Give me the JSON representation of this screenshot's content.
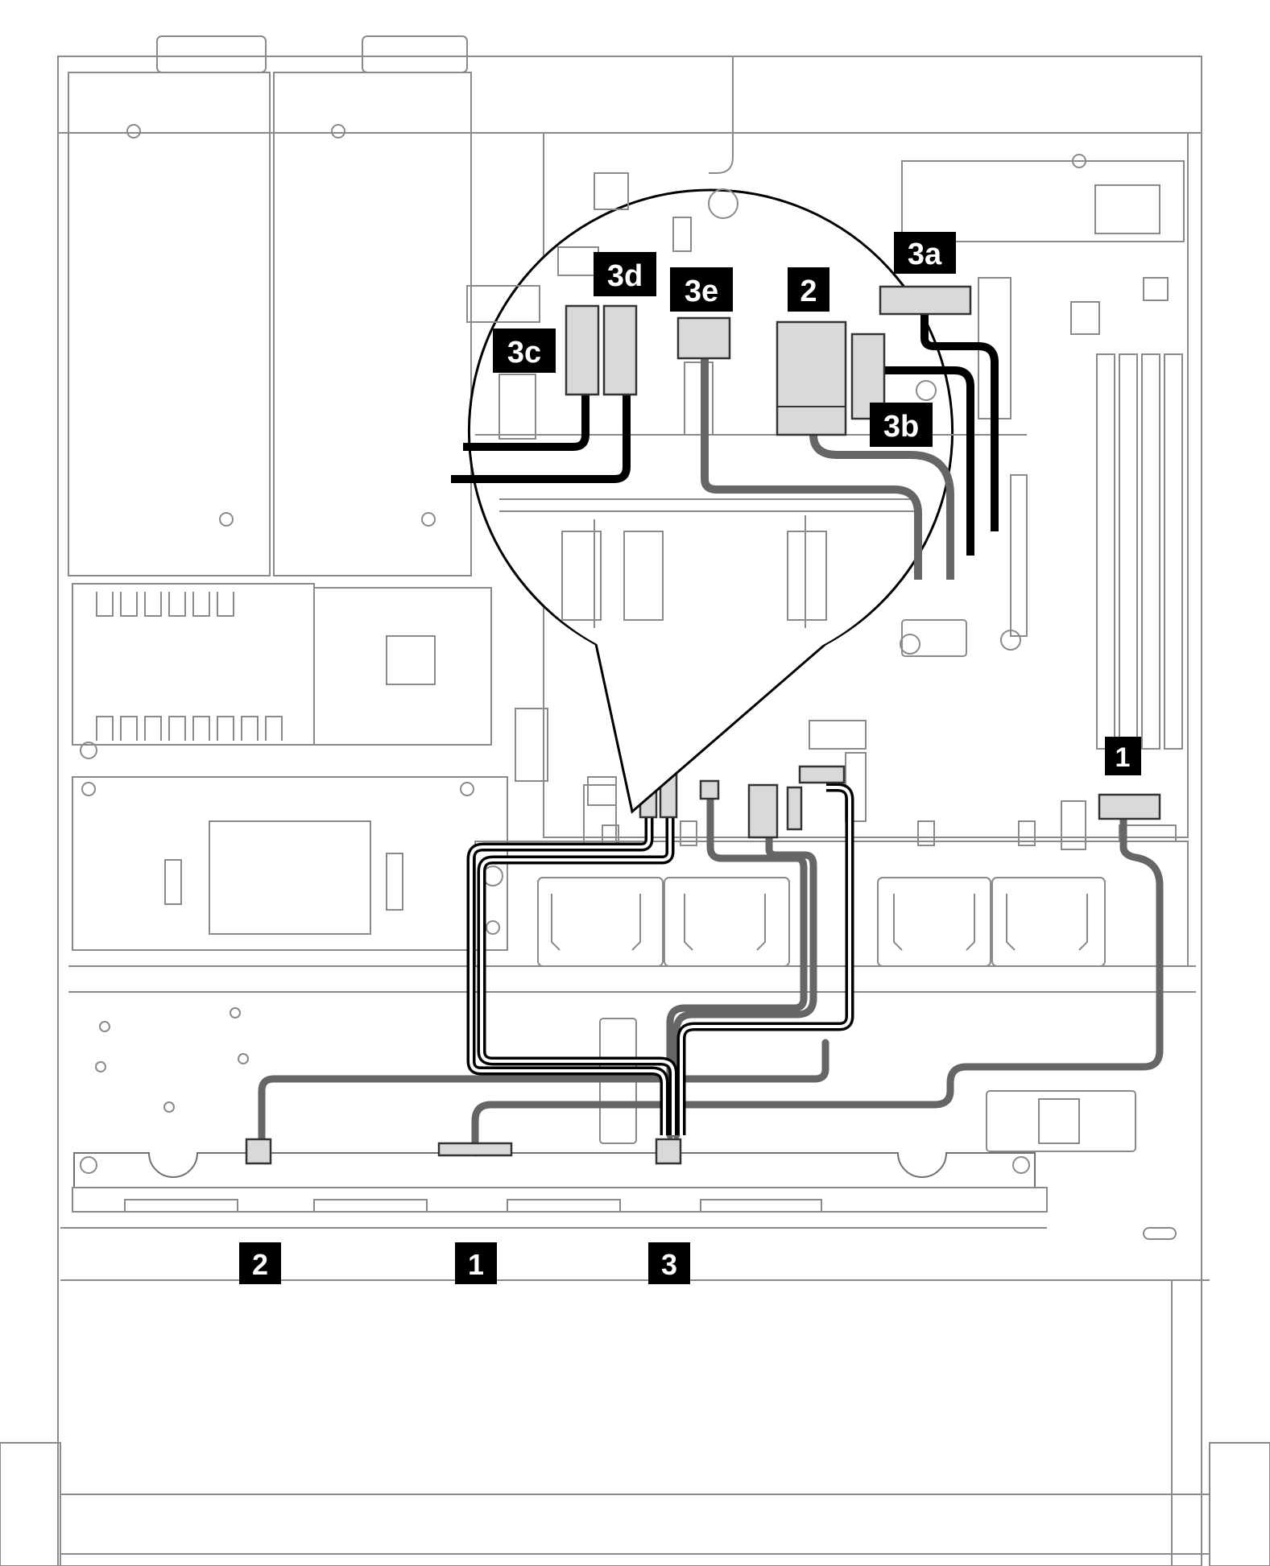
{
  "callouts": {
    "board_1": "1",
    "backplane_1": "1",
    "backplane_2": "2",
    "backplane_3": "3",
    "zoom_2": "2",
    "zoom_3a": "3a",
    "zoom_3b": "3b",
    "zoom_3c": "3c",
    "zoom_3d": "3d",
    "zoom_3e": "3e"
  },
  "colors": {
    "callout_background": "#000000",
    "callout_text": "#ffffff",
    "cable_dark": "#000000",
    "cable_gray": "#666666",
    "connector_fill": "#d9d9d9"
  }
}
